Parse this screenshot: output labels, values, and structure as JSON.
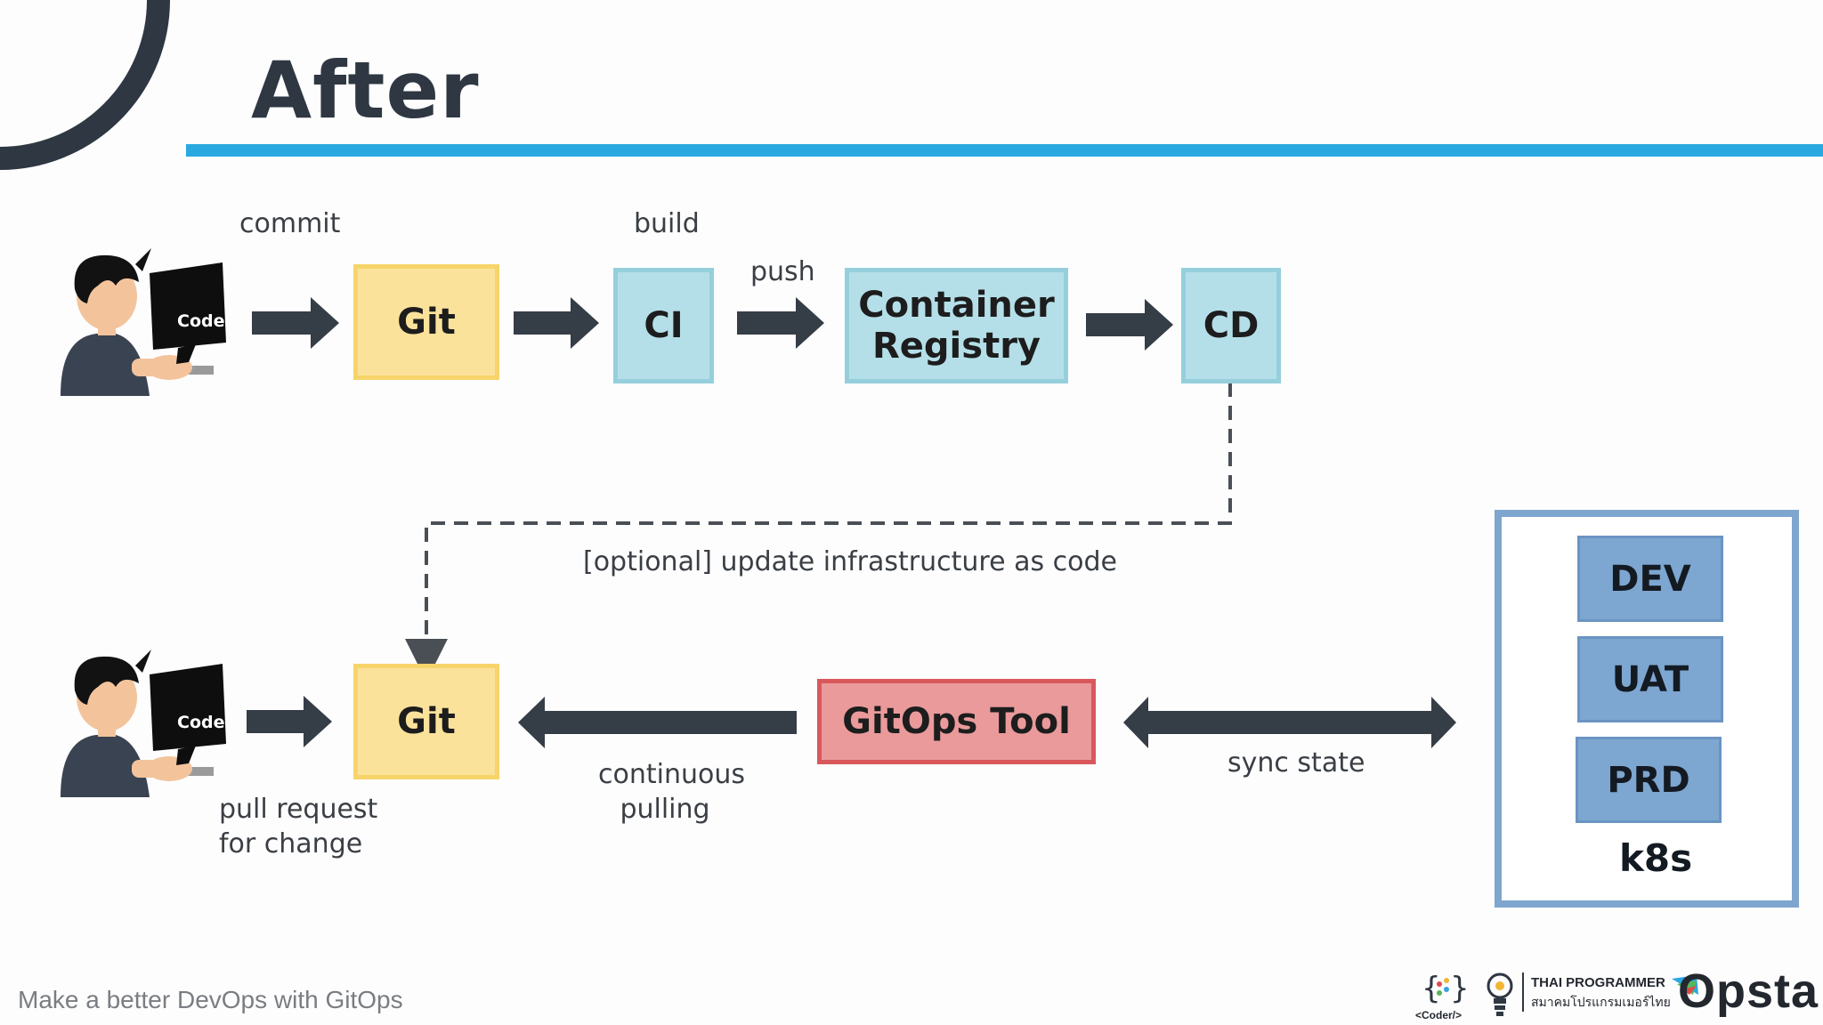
{
  "slide": {
    "title": "After",
    "footer": "Make a better DevOps with GitOps"
  },
  "labels": {
    "commit": "commit",
    "build": "build",
    "push": "push",
    "optional_update": "[optional] update infrastructure as code",
    "pull_request": [
      "pull request",
      "for change"
    ],
    "continuous_pulling": [
      "continuous",
      "pulling"
    ],
    "sync_state": "sync state"
  },
  "boxes": {
    "git_top": "Git",
    "ci": "CI",
    "container_registry": [
      "Container",
      "Registry"
    ],
    "cd": "CD",
    "git_bottom": "Git",
    "gitops_tool": "GitOps Tool"
  },
  "cluster": {
    "label": "k8s",
    "environments": [
      "DEV",
      "UAT",
      "PRD"
    ]
  },
  "developer": {
    "screen_text": "Code"
  },
  "logos": {
    "coder": "<Coder/>",
    "thai_programmer": "THAI PROGRAMMER",
    "thai_programmer_sub": "สมาคมโปรแกรมเมอร์ไทย",
    "opsta": "Opsta"
  },
  "colors": {
    "git": "#fbe29b",
    "ci_cd": "#b5dfe8",
    "gitops": "#ea9a9b",
    "env": "#7da6d0",
    "accent_rule": "#2aa8e0",
    "arrow": "#353d47"
  }
}
